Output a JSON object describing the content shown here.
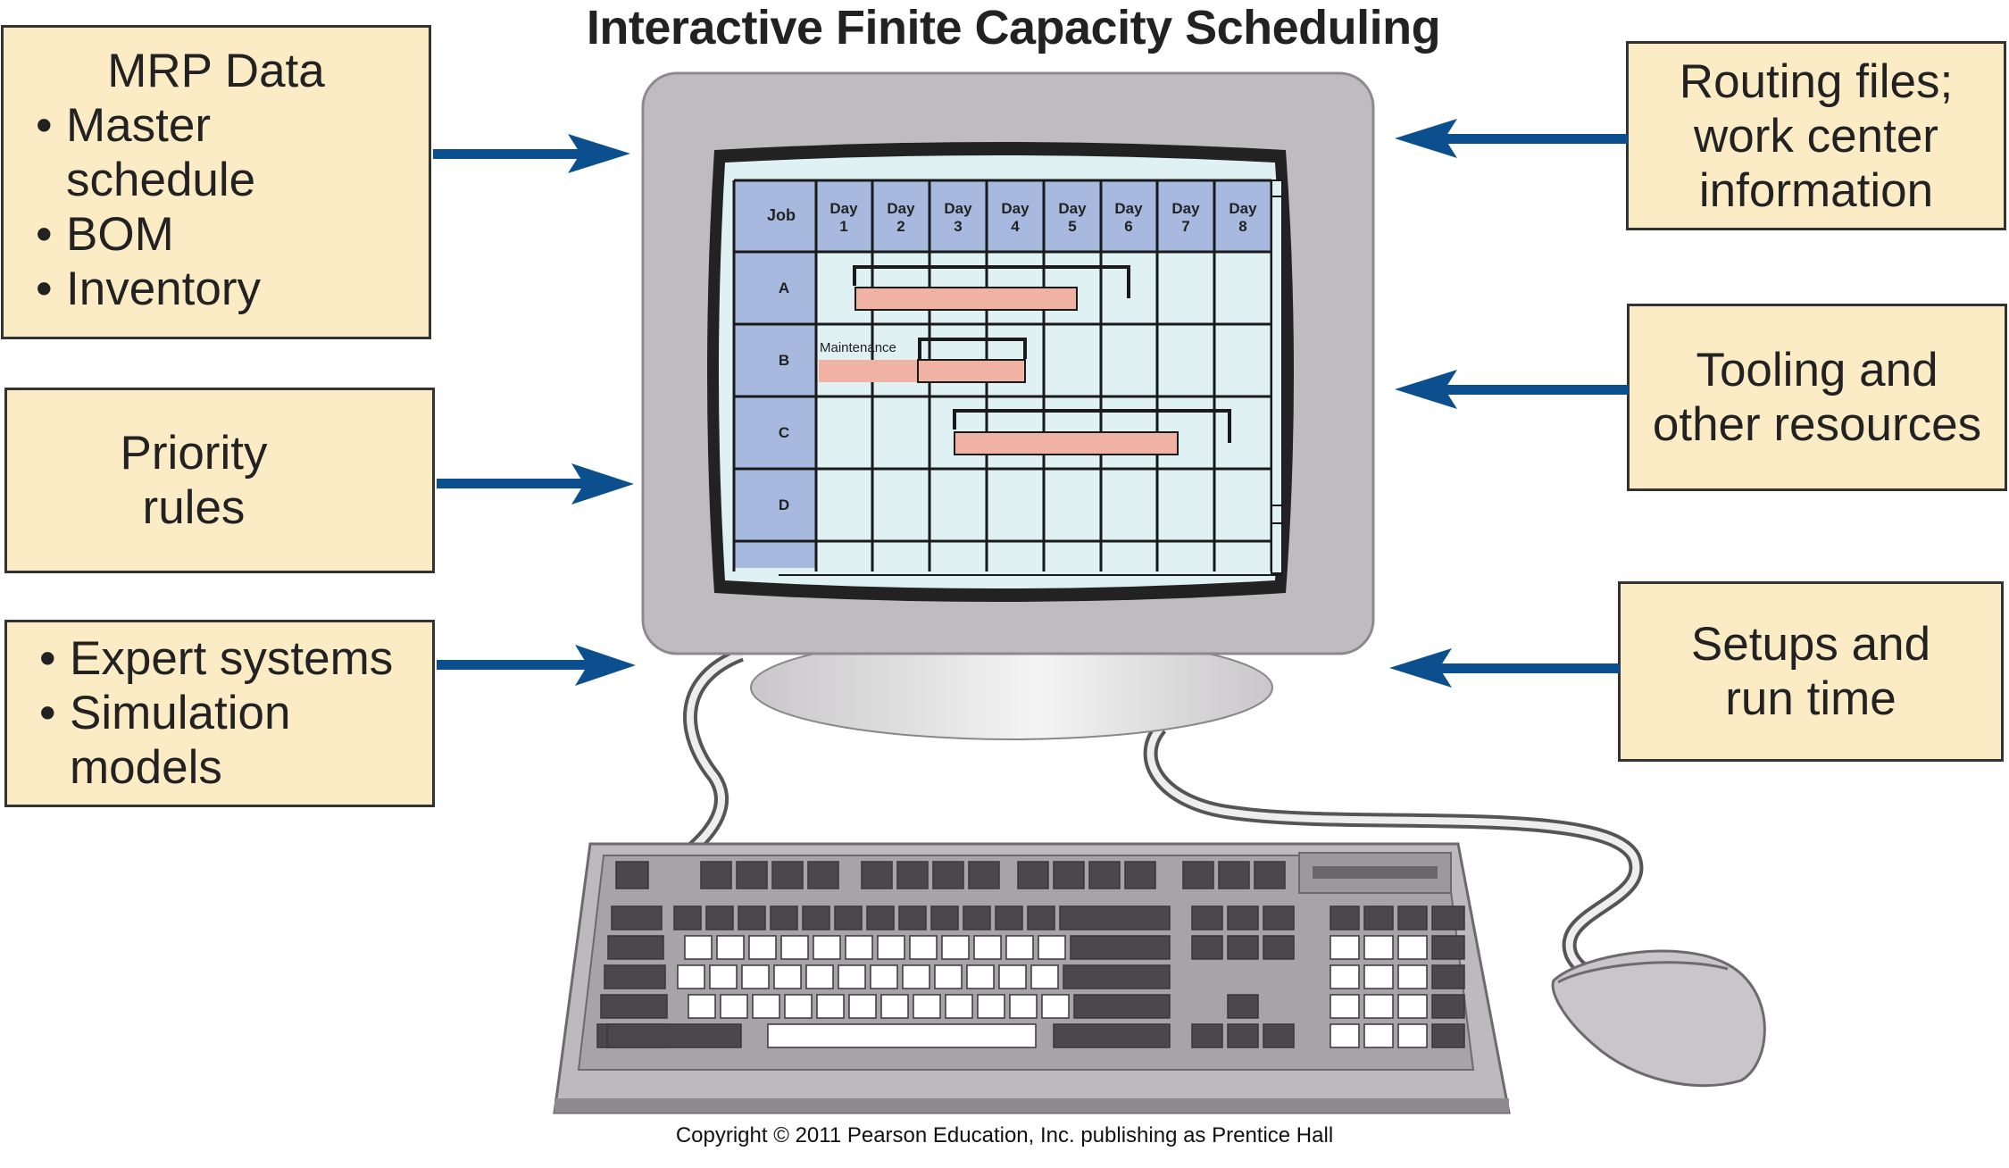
{
  "title": "Interactive Finite Capacity Scheduling",
  "inputs_left": [
    {
      "heading": "MRP Data",
      "items": [
        "Master schedule",
        "BOM",
        "Inventory"
      ]
    },
    {
      "heading": "",
      "lines": [
        "Priority",
        "rules"
      ]
    },
    {
      "heading": "",
      "items": [
        "Expert systems",
        "Simulation models"
      ]
    }
  ],
  "inputs_right": [
    {
      "lines": [
        "Routing files;",
        "work center",
        "information"
      ]
    },
    {
      "lines": [
        "Tooling and",
        "other resources"
      ]
    },
    {
      "lines": [
        "Setups and",
        "run time"
      ]
    }
  ],
  "schedule": {
    "job_header": "Job",
    "days": [
      {
        "top": "Day",
        "num": "1"
      },
      {
        "top": "Day",
        "num": "2"
      },
      {
        "top": "Day",
        "num": "3"
      },
      {
        "top": "Day",
        "num": "4"
      },
      {
        "top": "Day",
        "num": "5"
      },
      {
        "top": "Day",
        "num": "6"
      },
      {
        "top": "Day",
        "num": "7"
      },
      {
        "top": "Day",
        "num": "8"
      }
    ],
    "jobs": [
      "A",
      "B",
      "C",
      "D"
    ],
    "maintenance_label": "Maintenance"
  },
  "copyright": "Copyright © 2011 Pearson Education, Inc. publishing as Prentice Hall",
  "colors": {
    "box_fill": "#fbecc6",
    "arrow": "#0c4f8f",
    "grid_fill": "#dff1f3",
    "header_fill": "#a8b9df",
    "bar_fill": "#efb2a3",
    "monitor": "#bfbcbf"
  }
}
